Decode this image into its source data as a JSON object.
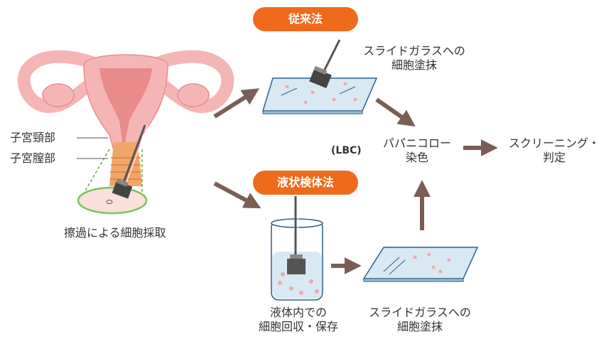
{
  "colors": {
    "accent": "#f06a1c",
    "arrow": "#7a5e55",
    "text": "#333333",
    "glass": "#d8e9f4",
    "glass_stroke": "#2b5f8a",
    "uterus": "#f5b5b5",
    "uterus_inner": "#e98b8b",
    "cervix_band": "#f0a66a",
    "os_ring": "#7dc35a",
    "cell_dot": "#f0a8a8"
  },
  "labels": {
    "conventional_method": "従来法",
    "liquid_method": "液状検体法",
    "cervix": "子宮頸部",
    "vaginal_part": "子宮膣部",
    "collection_caption": "擦過による細胞採取",
    "smear_top_line1": "スライドガラスへの",
    "smear_top_line2": "細胞塗抹",
    "smear_bottom_line1": "スライドガラスへの",
    "smear_bottom_line2": "細胞塗抹",
    "lbc": "(LBC)",
    "stain_line1": "パパニコロー",
    "stain_line2": "染色",
    "screening_line1": "スクリーニング・",
    "screening_line2": "判定",
    "liquid_line1": "液体内での",
    "liquid_line2": "細胞回収・保存"
  },
  "icons": {
    "brush": "cytology-brush-icon",
    "slide": "glass-slide-icon",
    "vial": "liquid-vial-icon",
    "arrow": "flow-arrow-icon"
  }
}
